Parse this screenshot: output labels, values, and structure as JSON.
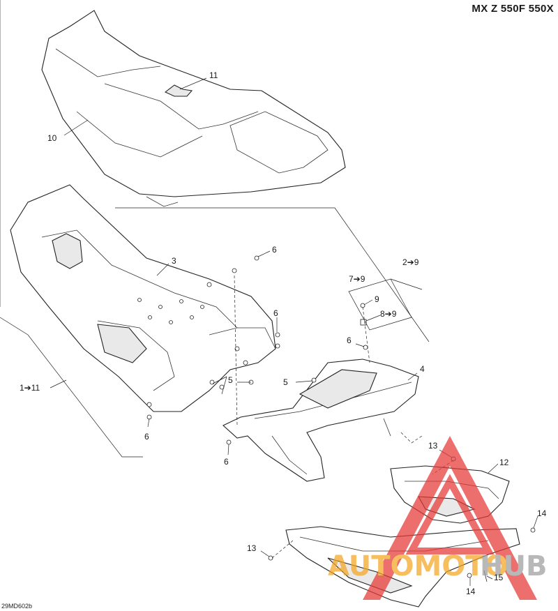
{
  "title": "MX Z 550F 550X",
  "figure_code": "29MD602b",
  "watermark": {
    "text_orange": "AUTOMOTO",
    "text_gray": "HUB",
    "color_red": "#e53935",
    "color_orange": "#f5a623",
    "color_gray": "#9e9e9e"
  },
  "callouts": {
    "c1": "1➔11",
    "c2": "2➔9",
    "c3": "3",
    "c4": "4",
    "c5a": "5",
    "c5b": "5",
    "c6a": "6",
    "c6b": "6",
    "c6c": "6",
    "c6d": "6",
    "c6e": "6",
    "c7": "7➔9",
    "c8": "8➔9",
    "c9": "9",
    "c10": "10",
    "c11": "11",
    "c12": "12",
    "c13a": "13",
    "c13b": "13",
    "c14a": "14",
    "c14b": "14",
    "c15": "15"
  }
}
